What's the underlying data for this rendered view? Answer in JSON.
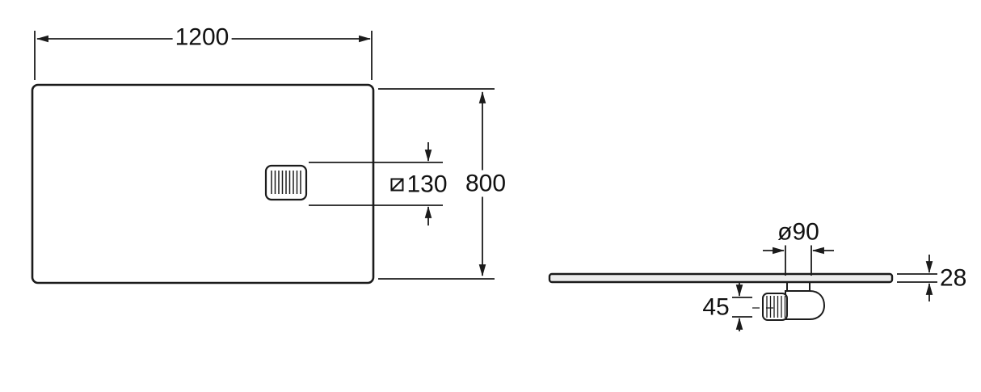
{
  "top_view": {
    "width_dim": "1200",
    "height_dim": "800",
    "drain_size_dim": "130"
  },
  "side_view": {
    "drain_diameter_dim": "ø90",
    "tray_thickness_dim": "28",
    "trap_height_dim": "45"
  },
  "colors": {
    "line": "#1b1b1b",
    "tray_fill": "#ededed"
  }
}
